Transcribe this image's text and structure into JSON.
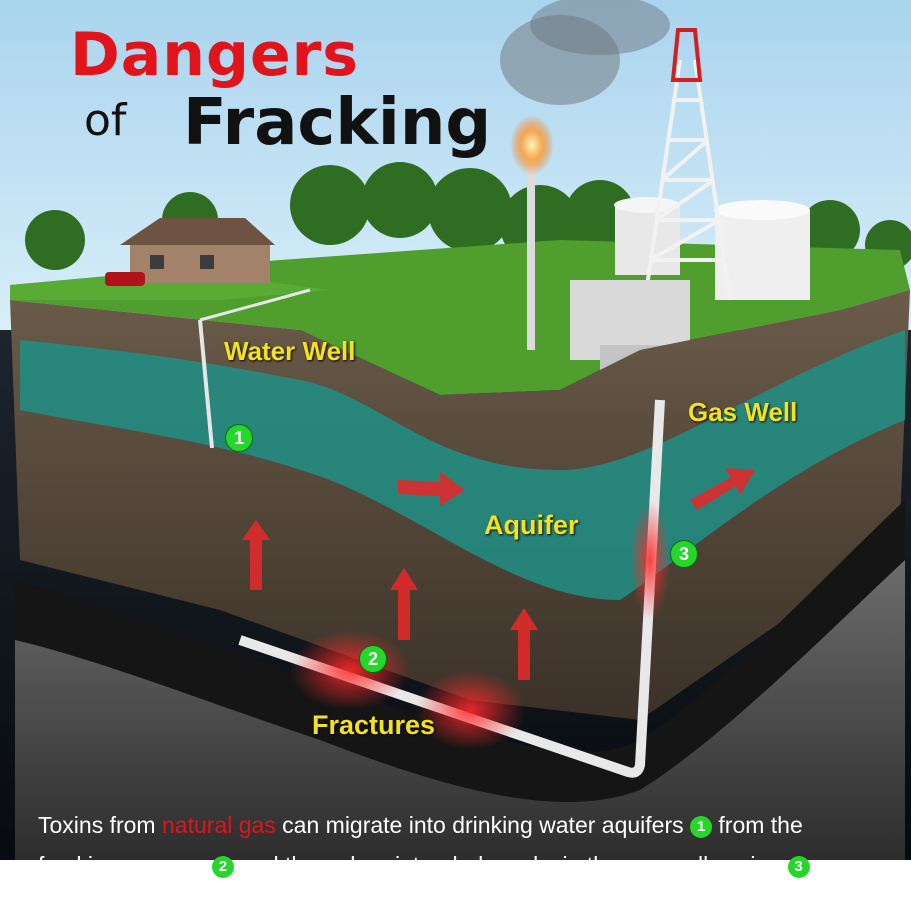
{
  "title": {
    "line1": "Dangers",
    "line2_small": "of",
    "line2_big": "Fracking"
  },
  "labels": {
    "water_well": "Water Well",
    "gas_well": "Gas Well",
    "aquifer": "Aquifer",
    "fractures": "Fractures"
  },
  "markers": {
    "one": "1",
    "two": "2",
    "three": "3"
  },
  "caption": {
    "p1": "Toxins from ",
    "p1_red": "natural gas",
    "p2": " can migrate into drinking water aquifers ",
    "p3": " from the",
    "p4": "fracking process ",
    "p5": " and through unintended cracks in the gas well casing "
  },
  "colors": {
    "title_red": "#e0141a",
    "label_yellow": "#f4e21c",
    "marker_green": "#27d62a",
    "aquifer": "#1f8f86"
  }
}
